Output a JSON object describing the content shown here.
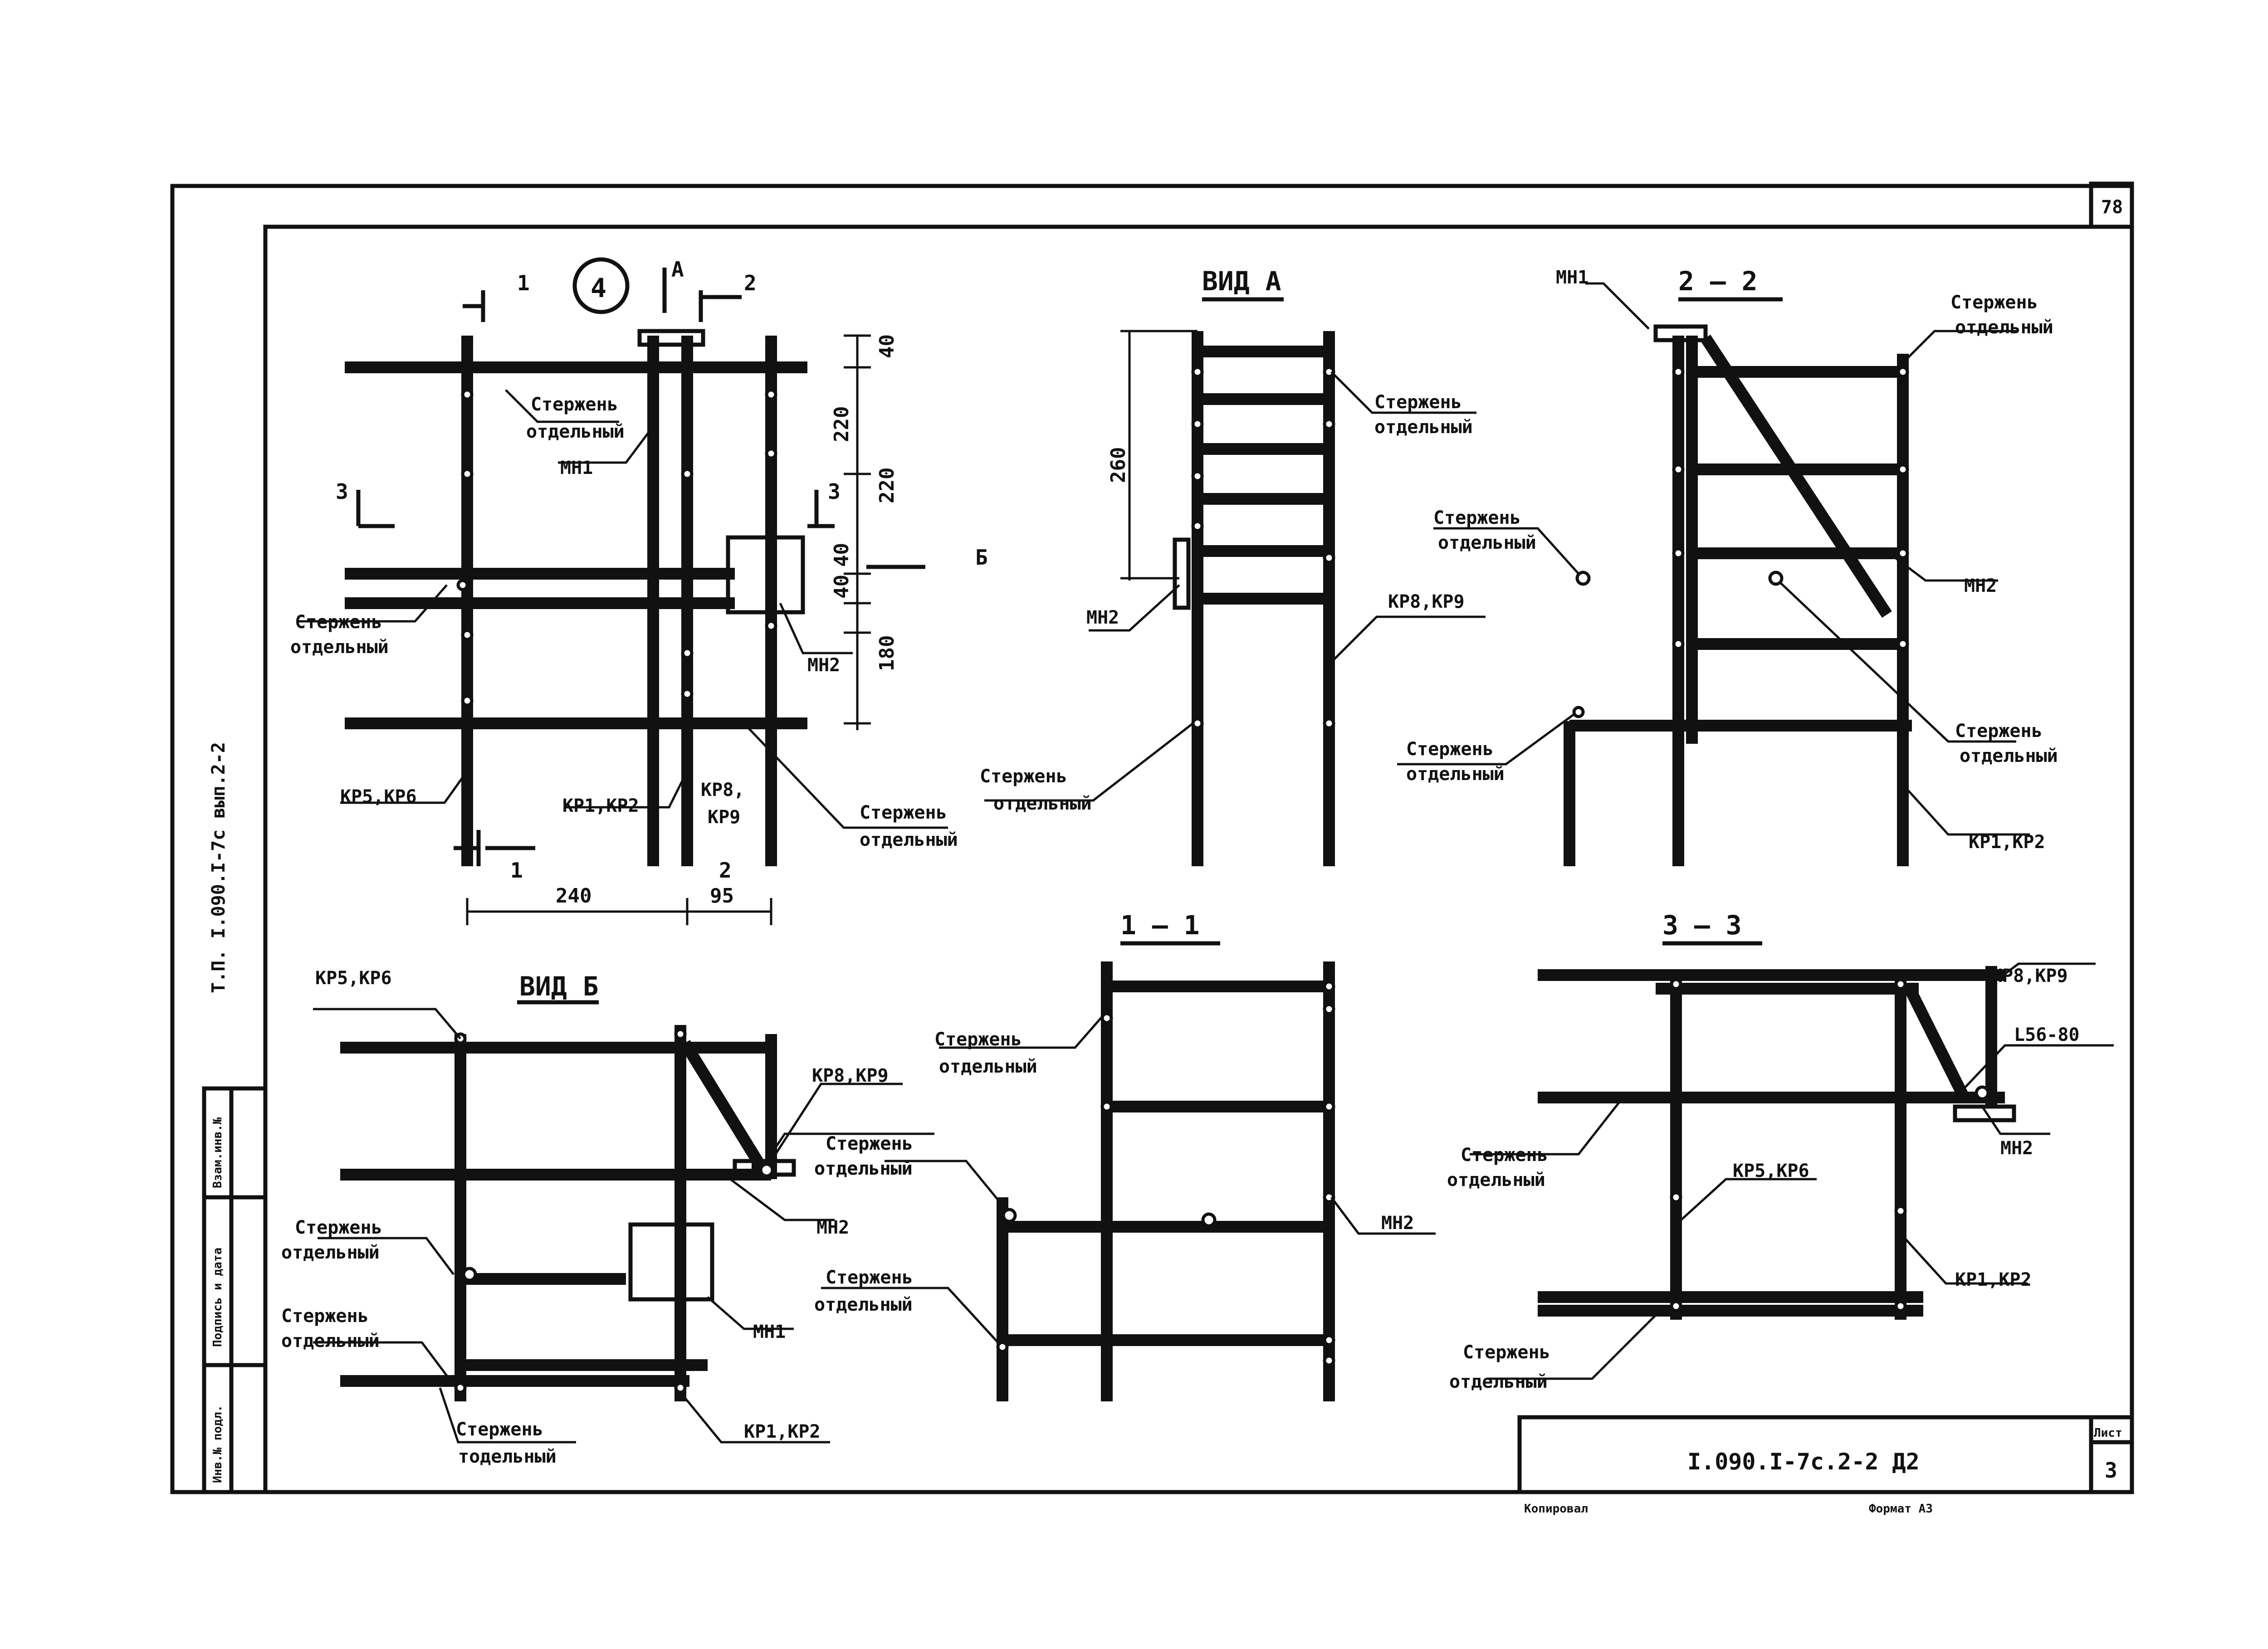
{
  "sheet": {
    "page_number": "78",
    "designation": "I.090.I-7c.2-2 Д2",
    "sheet_label": "Лист",
    "sheet_number": "3",
    "copied": "Копировал",
    "format": "Формат А3",
    "side_code": "Т.П. I.090.I-7с вып.2-2",
    "side_boxes": [
      "Взам.инв.№",
      "Подпись и дата",
      "Инв.№ подл."
    ]
  },
  "node": {
    "number": "4",
    "cut1": "1",
    "cut2": "2",
    "cut3": "3",
    "view_a_mark": "А",
    "view_b_mark": "Б",
    "dims": [
      "40",
      "220",
      "220",
      "40",
      "40",
      "180",
      "240",
      "95"
    ],
    "labels": {
      "rod1_a": "Стержень",
      "rod1_b": "отдельный",
      "mn1": "МН1",
      "rod2_a": "Стержень",
      "rod2_b": "отдельный",
      "mn2": "МН2",
      "kr56": "КР5,КР6",
      "kr12": "КР1,КР2",
      "kr89_a": "КР8,",
      "kr89_b": "КР9",
      "rod3_a": "Стержень",
      "rod3_b": "отдельный"
    }
  },
  "view_a": {
    "title": "ВИД  А",
    "dim": "260",
    "rod1_a": "Стержень",
    "rod1_b": "отдельный",
    "mn2": "МН2",
    "kr89": "КР8,КР9",
    "rod2_a": "Стержень",
    "rod2_b": "отдельный"
  },
  "sec22": {
    "title": "2 — 2",
    "mn1": "МН1",
    "rod_tr_a": "Стержень",
    "rod_tr_b": "отдельный",
    "rod_mid_a": "Стержень",
    "rod_mid_b": "отдельный",
    "mn2": "МН2",
    "rod_r_a": "Стержень",
    "rod_r_b": "отдельный",
    "rod_l_a": "Стержень",
    "rod_l_b": "отдельный",
    "kr12": "КР1,КР2"
  },
  "view_b": {
    "title": "ВИД  Б",
    "kr56": "КР5,КР6",
    "kr89": "КР8,КР9",
    "rod1_a": "Стержень",
    "rod1_b": "отдельный",
    "mn2": "МН2",
    "rod2_a": "Стержень",
    "rod2_b": "отдельный",
    "mn1": "МН1",
    "rod3_a": "Стержень",
    "rod3_b": "отдельный",
    "rod4_a": "Стержень",
    "rod4_b": "тодельный",
    "kr12": "КР1,КР2"
  },
  "sec11": {
    "title": "1 — 1",
    "rod1_a": "Стержень",
    "rod1_b": "отдельный",
    "rod2_a": "Стержень",
    "rod2_b": "отдельный",
    "mn2": "МН2",
    "rod3_a": "Стержень",
    "rod3_b": "отдельный"
  },
  "sec33": {
    "title": "3 — 3",
    "kr89": "КР8,КР9",
    "angle": "L56-80",
    "rod1_a": "Стержень",
    "rod1_b": "отдельный",
    "mn2": "МН2",
    "kr56": "КР5,КР6",
    "kr12": "КР1,КР2",
    "rod2_a": "Стержень",
    "rod2_b": "отдельный"
  }
}
